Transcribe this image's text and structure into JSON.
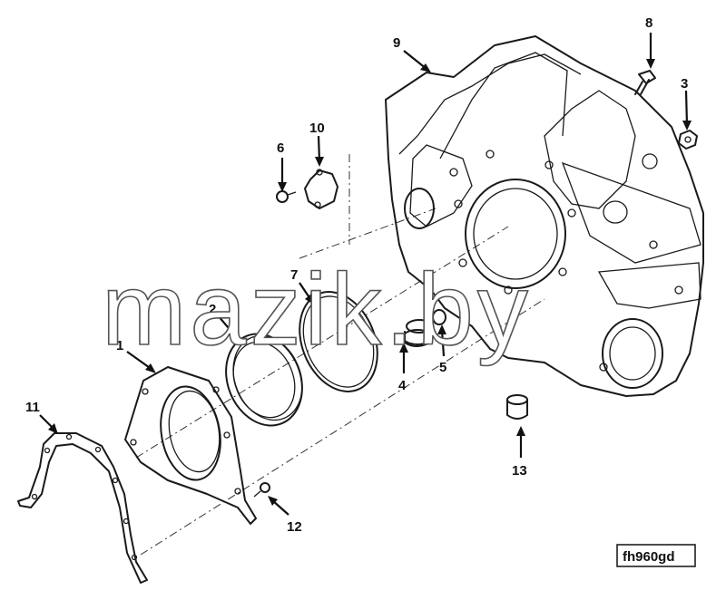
{
  "callouts": [
    {
      "id": "1",
      "label": "1"
    },
    {
      "id": "2",
      "label": "2"
    },
    {
      "id": "3",
      "label": "3"
    },
    {
      "id": "4",
      "label": "4"
    },
    {
      "id": "5",
      "label": "5"
    },
    {
      "id": "6",
      "label": "6"
    },
    {
      "id": "7",
      "label": "7"
    },
    {
      "id": "8",
      "label": "8"
    },
    {
      "id": "9",
      "label": "9"
    },
    {
      "id": "10",
      "label": "10"
    },
    {
      "id": "11",
      "label": "11"
    },
    {
      "id": "12",
      "label": "12"
    },
    {
      "id": "13",
      "label": "13"
    }
  ],
  "watermark": "mazik.by",
  "drawing_code": "fh960gd",
  "colors": {
    "line": "#1a1a1a",
    "background": "#ffffff"
  }
}
